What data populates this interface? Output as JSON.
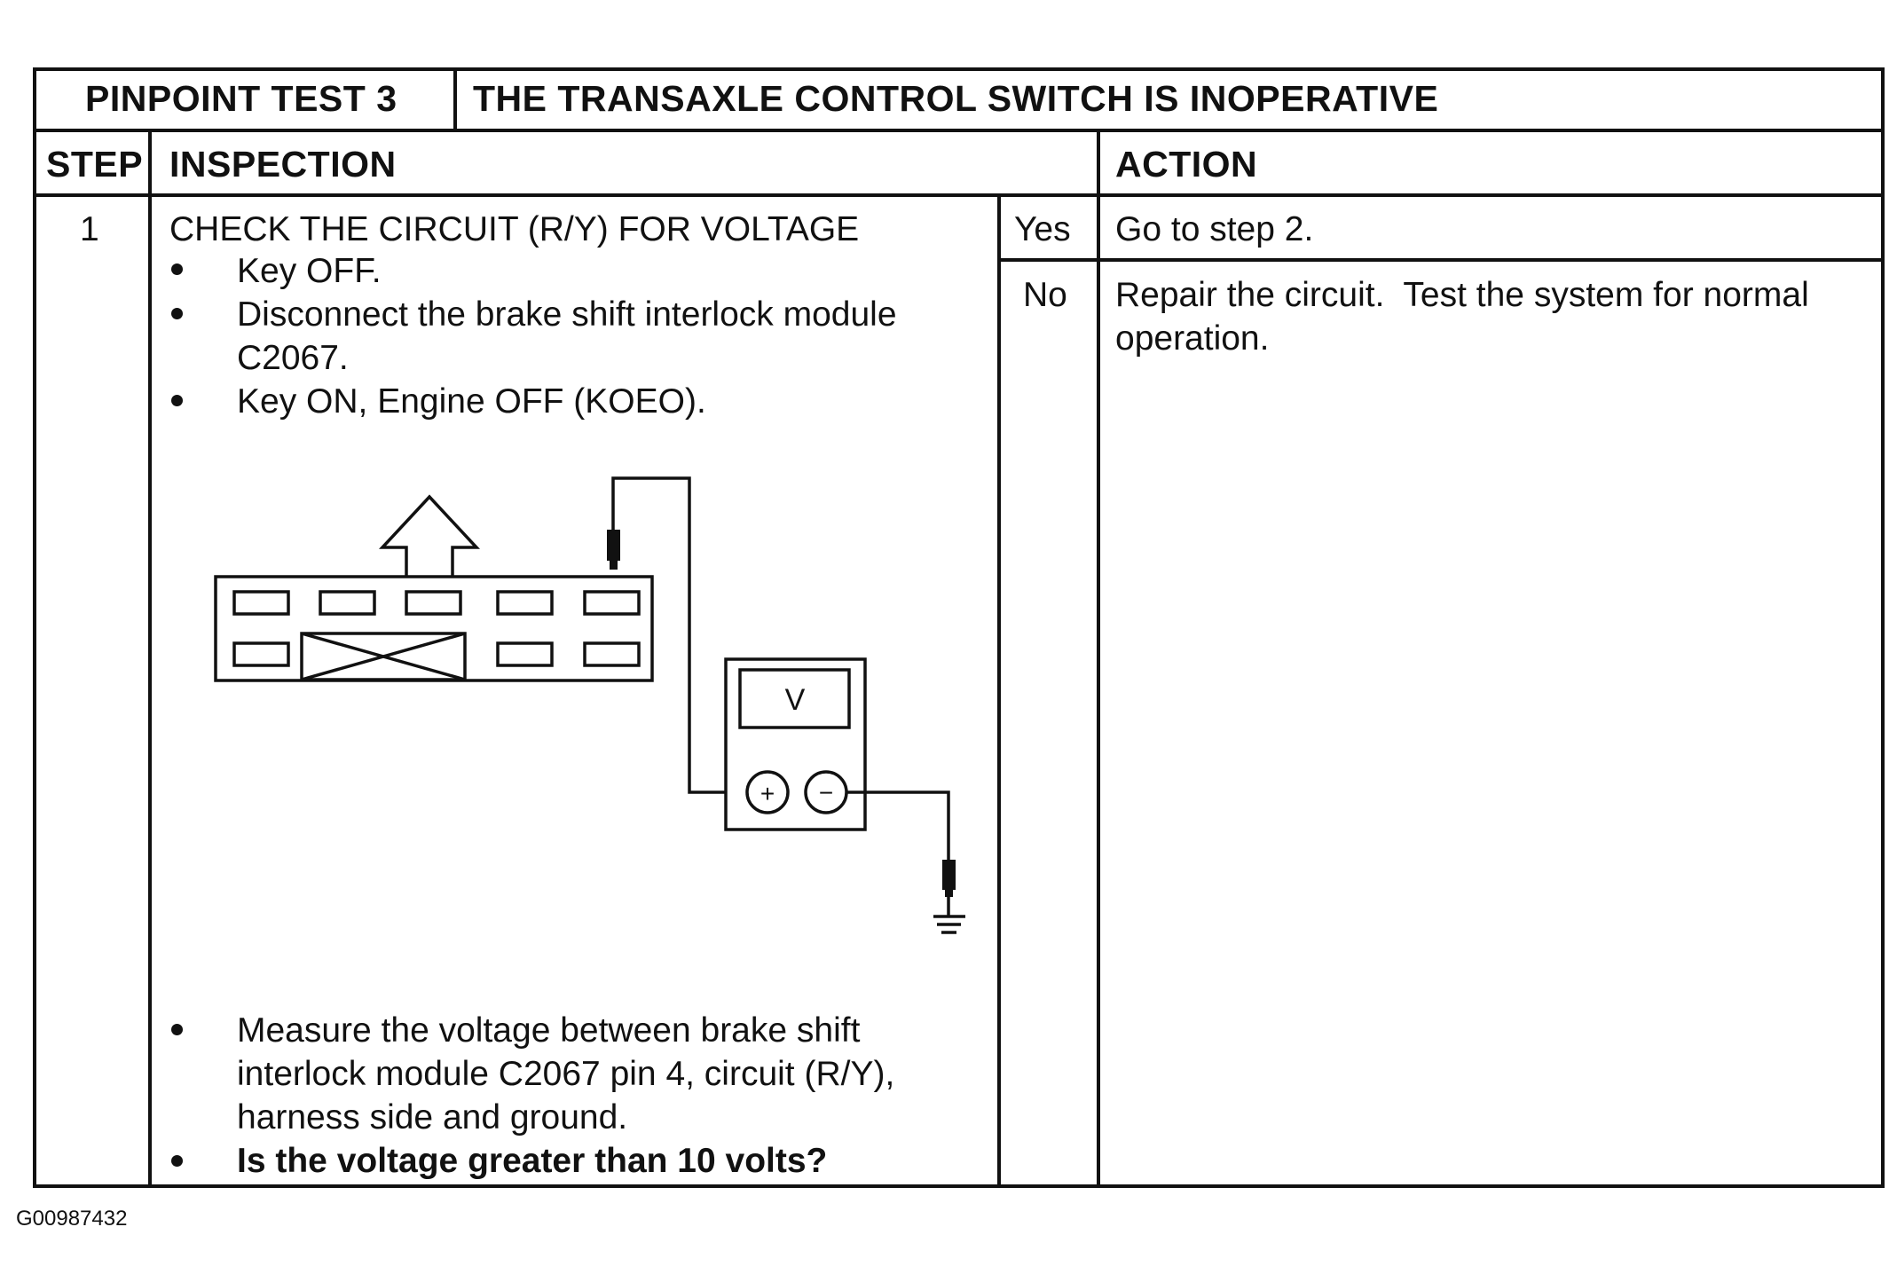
{
  "header": {
    "test_label": "PINPOINT TEST 3",
    "test_title": "THE TRANSAXLE CONTROL SWITCH IS INOPERATIVE"
  },
  "columns": {
    "step": "STEP",
    "inspection": "INSPECTION",
    "action": "ACTION"
  },
  "step": {
    "number": "1",
    "title": "CHECK THE CIRCUIT (R/Y) FOR VOLTAGE",
    "bullets_top": [
      {
        "lines": [
          "Key OFF."
        ]
      },
      {
        "lines": [
          "Disconnect the brake shift interlock module",
          "C2067."
        ]
      },
      {
        "lines": [
          "Key ON, Engine OFF (KOEO)."
        ]
      }
    ],
    "bullets_bottom": [
      {
        "lines": [
          "Measure the voltage between brake shift",
          "interlock module C2067 pin 4, circuit (R/Y),",
          "harness side and ground."
        ]
      },
      {
        "lines": [
          "Is the voltage greater than 10 volts?"
        ],
        "bold": true
      }
    ],
    "diagram": {
      "meter_label": "V",
      "plus_symbol": "+",
      "minus_symbol": "−"
    }
  },
  "actions": {
    "yes": {
      "label": "Yes",
      "text": "Go to step 2."
    },
    "no": {
      "label": "No",
      "lines": [
        "Repair the circuit.  Test the system for normal",
        "operation."
      ]
    }
  },
  "figure_id": "G00987432"
}
